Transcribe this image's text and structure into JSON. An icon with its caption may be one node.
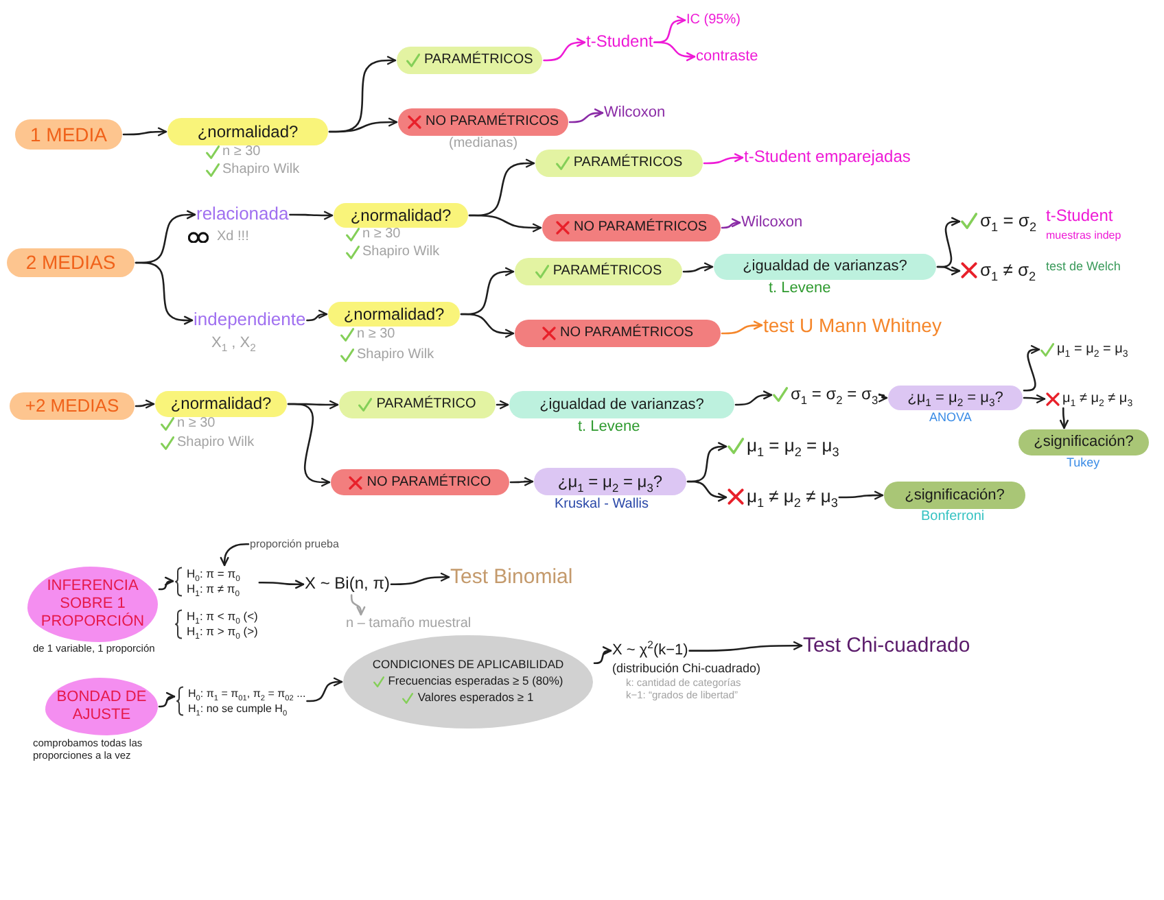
{
  "diagram": {
    "nodes": [
      {
        "text": [
          "1 MEDIA"
        ]
      },
      {
        "text": [
          "¿normalidad?"
        ],
        "beside": [
          "n ≥ 30",
          "Shapiro Wilk"
        ]
      },
      {
        "text": [
          "PARAMÉTRICOS"
        ]
      },
      {
        "text": [
          "NO PARAMÉTRICOS"
        ],
        "beside": [
          "(medianas)"
        ]
      },
      {
        "text": [
          "t-Student"
        ]
      },
      {
        "text": [
          "IC (95%)"
        ]
      },
      {
        "text": [
          "contraste"
        ]
      },
      {
        "text": [
          "Wilcoxon"
        ]
      },
      {
        "text": [
          "2 MEDIAS"
        ]
      },
      {
        "text": [
          "relacionada"
        ],
        "beside": [
          "Xd !!!"
        ]
      },
      {
        "text": [
          "¿normalidad?"
        ],
        "beside": [
          "n ≥ 30",
          "Shapiro Wilk"
        ]
      },
      {
        "text": [
          "PARAMÉTRICOS"
        ]
      },
      {
        "text": [
          "NO PARAMÉTRICOS"
        ]
      },
      {
        "text": [
          "t-Student emparejadas"
        ]
      },
      {
        "text": [
          "Wilcoxon"
        ]
      },
      {
        "text": [
          "independiente"
        ],
        "beside": [
          "X$_{1}$ , X$_{2}$"
        ]
      },
      {
        "text": [
          "¿normalidad?"
        ],
        "beside": [
          "n ≥ 30",
          "Shapiro Wilk"
        ]
      },
      {
        "text": [
          "PARAMÉTRICOS"
        ]
      },
      {
        "text": [
          "NO PARAMÉTRICOS"
        ]
      },
      {
        "text": [
          "¿igualdad de varianzas?"
        ],
        "beside": [
          "t. Levene"
        ]
      },
      {
        "text": [
          "σ$_{1}$ = σ$_{2}$"
        ],
        "beside": [
          "t-Student",
          "muestras indep"
        ]
      },
      {
        "text": [
          "σ$_{1}$ ≠ σ$_{2}$"
        ],
        "beside": [
          "test de Welch"
        ]
      },
      {
        "text": [
          "test U Mann Whitney"
        ]
      },
      {
        "text": [
          "+2 MEDIAS"
        ]
      },
      {
        "text": [
          "¿normalidad?"
        ],
        "beside": [
          "n ≥ 30",
          "Shapiro Wilk"
        ]
      },
      {
        "text": [
          "PARAMÉTRICO"
        ]
      },
      {
        "text": [
          "NO PARAMÉTRICO"
        ]
      },
      {
        "text": [
          "¿igualdad de varianzas?"
        ],
        "beside": [
          "t. Levene"
        ]
      },
      {
        "text": [
          "σ$_{1}$ = σ$_{2}$ = σ$_{3}$"
        ]
      },
      {
        "text": [
          "¿μ$_{1}$ = μ$_{2}$ = μ$_{3}$?"
        ],
        "beside": [
          "ANOVA"
        ]
      },
      {
        "text": [
          "μ$_{1}$ = μ$_{2}$ = μ$_{3}$"
        ]
      },
      {
        "text": [
          "μ$_{1}$ ≠ μ$_{2}$ ≠ μ$_{3}$"
        ]
      },
      {
        "text": [
          "¿significación?"
        ],
        "beside": [
          "Tukey"
        ]
      },
      {
        "text": [
          "¿μ$_{1}$ = μ$_{2}$ = μ$_{3}$?"
        ],
        "beside": [
          "Kruskal - Wallis"
        ]
      },
      {
        "text": [
          "μ$_{1}$ = μ$_{2}$ = μ$_{3}$"
        ]
      },
      {
        "text": [
          "μ$_{1}$ ≠ μ$_{2}$ ≠ μ$_{3}$"
        ]
      },
      {
        "text": [
          "¿significación?"
        ],
        "beside": [
          "Bonferroni"
        ]
      },
      {
        "text": [
          "INFERENCIA SOBRE 1 PROPORCIÓN"
        ],
        "beside": [
          "de 1 variable, 1 proporción"
        ]
      },
      {
        "text": [
          "H$_{0}$: π = π$_{0}$",
          "H$_{1}$: π ≠ π$_{0}$",
          "H$_{1}$: π < π$_{0}$ (<)",
          "H$_{1}$: π > π$_{0}$ (>)"
        ]
      },
      {
        "text": [
          "proporción prueba"
        ]
      },
      {
        "text": [
          "X ~ Bi(n, π)"
        ]
      },
      {
        "text": [
          "Test Binomial"
        ]
      },
      {
        "text": [
          "n – tamaño muestral"
        ]
      },
      {
        "text": [
          "BONDAD DE AJUSTE"
        ],
        "beside": [
          "comprobamos todas las proporciones a la vez"
        ]
      },
      {
        "text": [
          "H$_{0}$: π$_{1}$ = π$_{01}$, π$_{2}$ = π$_{02}$ ...",
          "H$_{1}$: no se cumple H$_{0}$"
        ]
      },
      {
        "text": [
          "CONDICIONES DE APLICABILIDAD",
          "Frecuencias esperadas ≥ 5 (80%)",
          "Valores esperados ≥ 1"
        ]
      },
      {
        "text": [
          "X ~ χ$^{2}$(k−1)"
        ],
        "beside": [
          "(distribución Chi-cuadrado)",
          "k: cantidad de categorías",
          "k−1: “grados de libertad”"
        ]
      },
      {
        "text": [
          "Test Chi-cuadrado"
        ]
      }
    ],
    "edges": [
      {
        "from": 0,
        "to": 1,
        "arrow": "to"
      },
      {
        "from": 1,
        "to": 2,
        "arrow": "to"
      },
      {
        "from": 1,
        "to": 3,
        "arrow": "to"
      },
      {
        "from": 2,
        "to": 4,
        "arrow": "to",
        "color": "#ee1ad6"
      },
      {
        "from": 4,
        "to": 5,
        "arrow": "to",
        "color": "#ee1ad6"
      },
      {
        "from": 4,
        "to": 6,
        "arrow": "to",
        "color": "#ee1ad6"
      },
      {
        "from": 3,
        "to": 7,
        "arrow": "to",
        "color": "#8a2ba6"
      },
      {
        "from": 8,
        "to": 9,
        "arrow": "to"
      },
      {
        "from": 8,
        "to": 15,
        "arrow": "to"
      },
      {
        "from": 9,
        "to": 10,
        "arrow": "to"
      },
      {
        "from": 10,
        "to": 11,
        "arrow": "to"
      },
      {
        "from": 10,
        "to": 12,
        "arrow": "to"
      },
      {
        "from": 11,
        "to": 13,
        "arrow": "to",
        "color": "#ee1ad6"
      },
      {
        "from": 12,
        "to": 14,
        "arrow": "to",
        "color": "#8a2ba6"
      },
      {
        "from": 15,
        "to": 16,
        "arrow": "to"
      },
      {
        "from": 16,
        "to": 17,
        "arrow": "to"
      },
      {
        "from": 16,
        "to": 18,
        "arrow": "to"
      },
      {
        "from": 17,
        "to": 19,
        "arrow": "to"
      },
      {
        "from": 19,
        "to": 20,
        "arrow": "to"
      },
      {
        "from": 19,
        "to": 21,
        "arrow": "to"
      },
      {
        "from": 18,
        "to": 22,
        "arrow": "to",
        "color": "#f5862a"
      },
      {
        "from": 23,
        "to": 24,
        "arrow": "to"
      },
      {
        "from": 24,
        "to": 25,
        "arrow": "to"
      },
      {
        "from": 24,
        "to": 26,
        "arrow": "to"
      },
      {
        "from": 25,
        "to": 27,
        "arrow": "to"
      },
      {
        "from": 27,
        "to": 28,
        "arrow": "to"
      },
      {
        "from": 28,
        "to": 29,
        "arrow": "to"
      },
      {
        "from": 29,
        "to": 30,
        "arrow": "to"
      },
      {
        "from": 29,
        "to": 31,
        "arrow": "to"
      },
      {
        "from": 31,
        "to": 32,
        "arrow": "to"
      },
      {
        "from": 26,
        "to": 33,
        "arrow": "to"
      },
      {
        "from": 33,
        "to": 34,
        "arrow": "to"
      },
      {
        "from": 33,
        "to": 35,
        "arrow": "to"
      },
      {
        "from": 35,
        "to": 36,
        "arrow": "to"
      },
      {
        "from": 37,
        "to": 38,
        "arrow": "to"
      },
      {
        "from": 39,
        "to": 38,
        "arrow": "to"
      },
      {
        "from": 38,
        "to": 40,
        "arrow": "to"
      },
      {
        "from": 40,
        "to": 41,
        "arrow": "to"
      },
      {
        "from": 40,
        "to": 42,
        "arrow": "to",
        "color": "#a3a3a3"
      },
      {
        "from": 43,
        "to": 44,
        "arrow": "to"
      },
      {
        "from": 44,
        "to": 45,
        "arrow": "to"
      },
      {
        "from": 45,
        "to": 46,
        "arrow": "to"
      },
      {
        "from": 46,
        "to": 47,
        "arrow": "to"
      }
    ]
  }
}
